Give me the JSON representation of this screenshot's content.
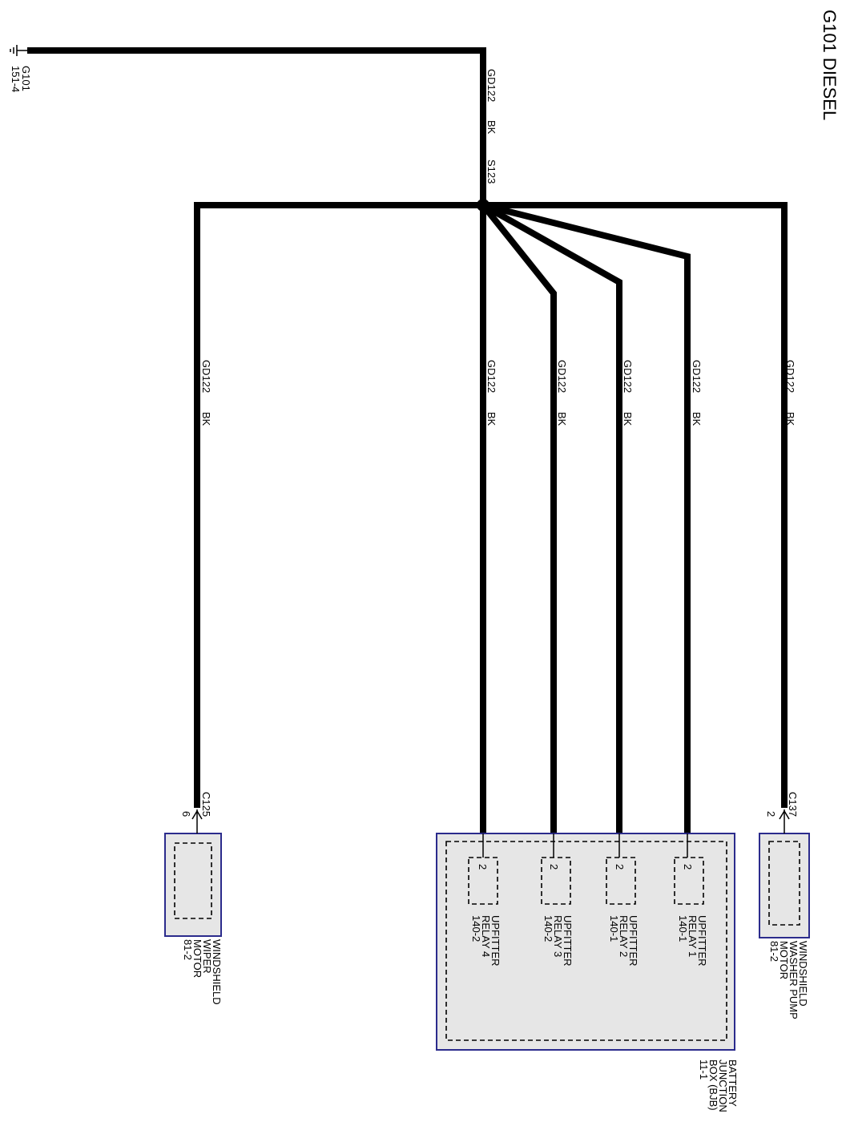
{
  "title": "G101 DIESEL",
  "ground": {
    "name": "G101",
    "ref": "151-4"
  },
  "splice": {
    "name": "S123"
  },
  "wires": [
    {
      "circuit": "GD122",
      "color": "BK"
    },
    {
      "circuit": "GD122",
      "color": "BK"
    },
    {
      "circuit": "GD122",
      "color": "BK"
    },
    {
      "circuit": "GD122",
      "color": "BK"
    },
    {
      "circuit": "GD122",
      "color": "BK"
    },
    {
      "circuit": "GD122",
      "color": "BK"
    },
    {
      "circuit": "GD122",
      "color": "BK"
    }
  ],
  "wiper": {
    "connector": "C125",
    "pin": "6",
    "name_lines": [
      "WINDSHIELD",
      "WIPER",
      "MOTOR",
      "81-2"
    ]
  },
  "washer": {
    "connector": "C137",
    "pin": "2",
    "name_lines": [
      "WINDSHIELD",
      "WASHER PUMP",
      "MOTOR",
      "81-2"
    ]
  },
  "bjb": {
    "name_lines": [
      "BATTERY",
      "JUNCTION",
      "BOX (BJB)",
      "11-1"
    ],
    "relays": [
      {
        "pin": "2",
        "name_lines": [
          "UPFITTER",
          "RELAY 4",
          "140-2"
        ]
      },
      {
        "pin": "2",
        "name_lines": [
          "UPFITTER",
          "RELAY 3",
          "140-2"
        ]
      },
      {
        "pin": "2",
        "name_lines": [
          "UPFITTER",
          "RELAY 2",
          "140-1"
        ]
      },
      {
        "pin": "2",
        "name_lines": [
          "UPFITTER",
          "RELAY 1",
          "140-1"
        ]
      }
    ]
  }
}
